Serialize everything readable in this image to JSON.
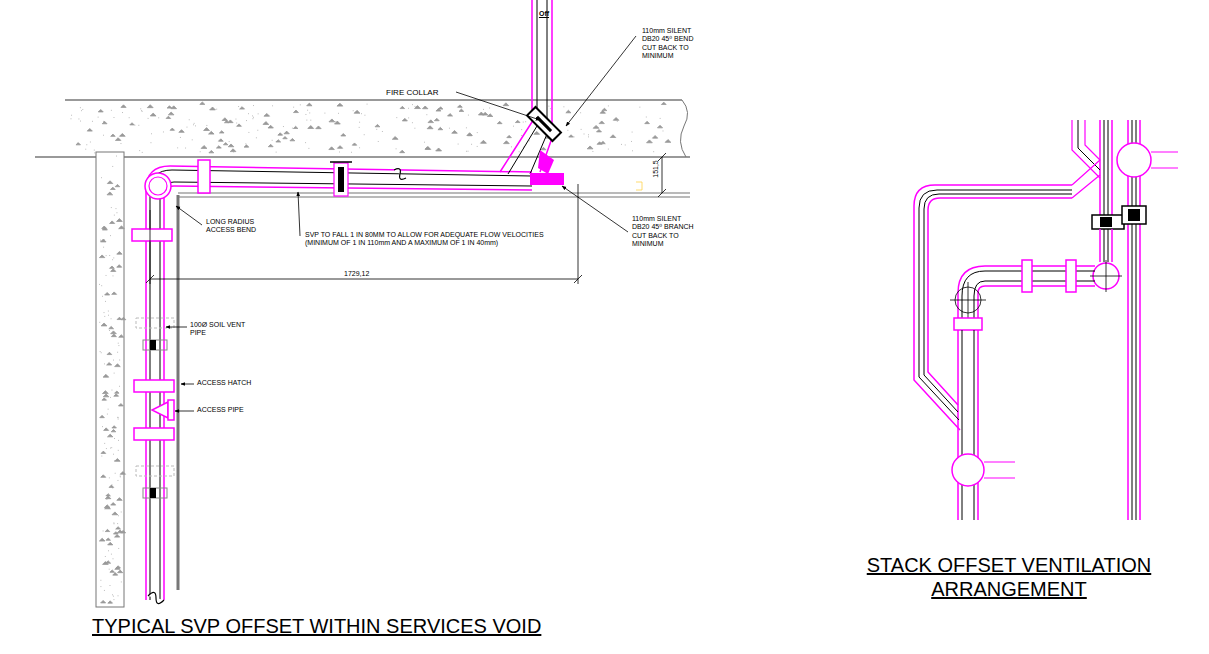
{
  "diagram": {
    "labels": [
      "FIRE COLLAR",
      "110mm SILENT DB20 45⁰ BEND CUT BACK TO MINIMUM",
      "110mm SILENT DB20 45⁰ BRANCH CUT BACK TO MINIMUM",
      "151,5",
      "LONG RADIUS ACCESS BEND",
      "SVP TO FALL 1 IN 80MM TO ALLOW FOR ADEQUATE FLOW VELOCITIES (MINIMUM OF 1 IN 110mm AND A MAXIMUM OF 1 IN 40mm)",
      "1729,12",
      "100Ø SOIL VENT PIPE",
      "ACCESS HATCH",
      "ACCESS PIPE",
      "Off",
      "TYPICAL SVP OFFSET WITHIN SERVICES VOID",
      "STACK OFFSET VENTILATION ARRANGEMENT"
    ]
  }
}
